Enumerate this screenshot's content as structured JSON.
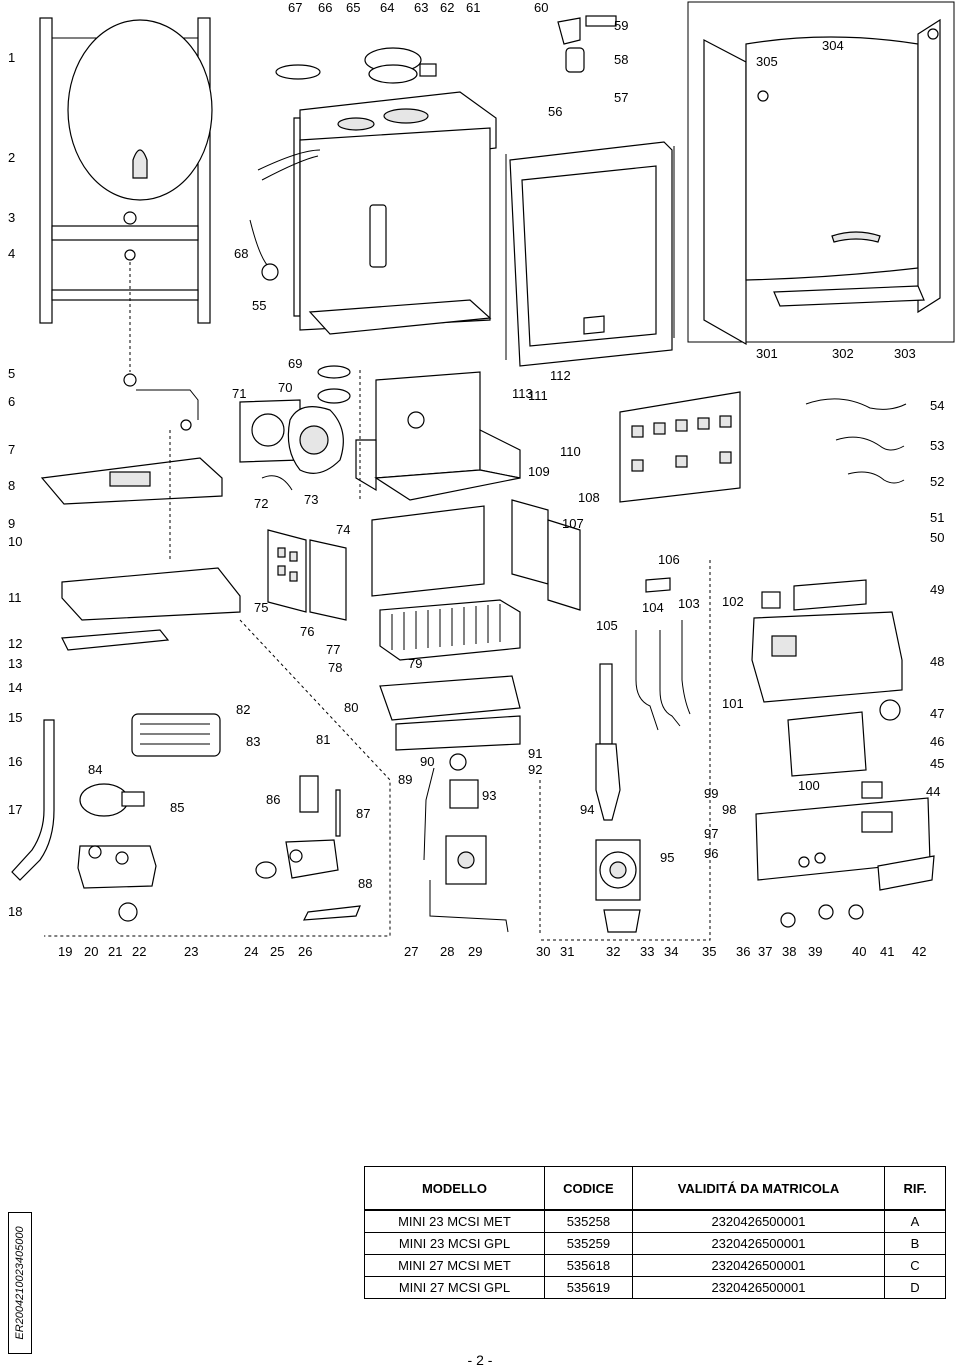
{
  "diagram": {
    "labels": [
      "1",
      "2",
      "3",
      "4",
      "5",
      "6",
      "7",
      "8",
      "9",
      "10",
      "11",
      "12",
      "13",
      "14",
      "15",
      "16",
      "17",
      "18",
      "19",
      "20",
      "21",
      "22",
      "23",
      "24",
      "25",
      "26",
      "27",
      "28",
      "29",
      "30",
      "31",
      "32",
      "33",
      "34",
      "35",
      "36",
      "37",
      "38",
      "39",
      "40",
      "41",
      "42",
      "44",
      "45",
      "46",
      "47",
      "48",
      "49",
      "50",
      "51",
      "52",
      "53",
      "54",
      "55",
      "56",
      "57",
      "58",
      "59",
      "60",
      "61",
      "62",
      "63",
      "64",
      "65",
      "66",
      "67",
      "68",
      "69",
      "70",
      "71",
      "72",
      "73",
      "74",
      "75",
      "76",
      "77",
      "78",
      "79",
      "80",
      "81",
      "82",
      "83",
      "84",
      "85",
      "86",
      "87",
      "88",
      "89",
      "90",
      "91",
      "92",
      "93",
      "94",
      "95",
      "96",
      "97",
      "98",
      "99",
      "100",
      "101",
      "102",
      "103",
      "104",
      "105",
      "106",
      "107",
      "108",
      "109",
      "110",
      "111",
      "112",
      "113",
      "301",
      "302",
      "303",
      "304",
      "305"
    ]
  },
  "document_code": "ER2004210023405000",
  "table": {
    "headers": {
      "model": "MODELLO",
      "code": "CODICE",
      "validity": "VALIDITÁ DA MATRICOLA",
      "ref": "RIF."
    },
    "rows": [
      {
        "model": "MINI 23 MCSI MET",
        "code": "535258",
        "validity": "2320426500001",
        "ref": "A"
      },
      {
        "model": "MINI 23 MCSI GPL",
        "code": "535259",
        "validity": "2320426500001",
        "ref": "B"
      },
      {
        "model": "MINI 27 MCSI MET",
        "code": "535618",
        "validity": "2320426500001",
        "ref": "C"
      },
      {
        "model": "MINI 27 MCSI GPL",
        "code": "535619",
        "validity": "2320426500001",
        "ref": "D"
      }
    ]
  },
  "page_number": "- 2 -"
}
